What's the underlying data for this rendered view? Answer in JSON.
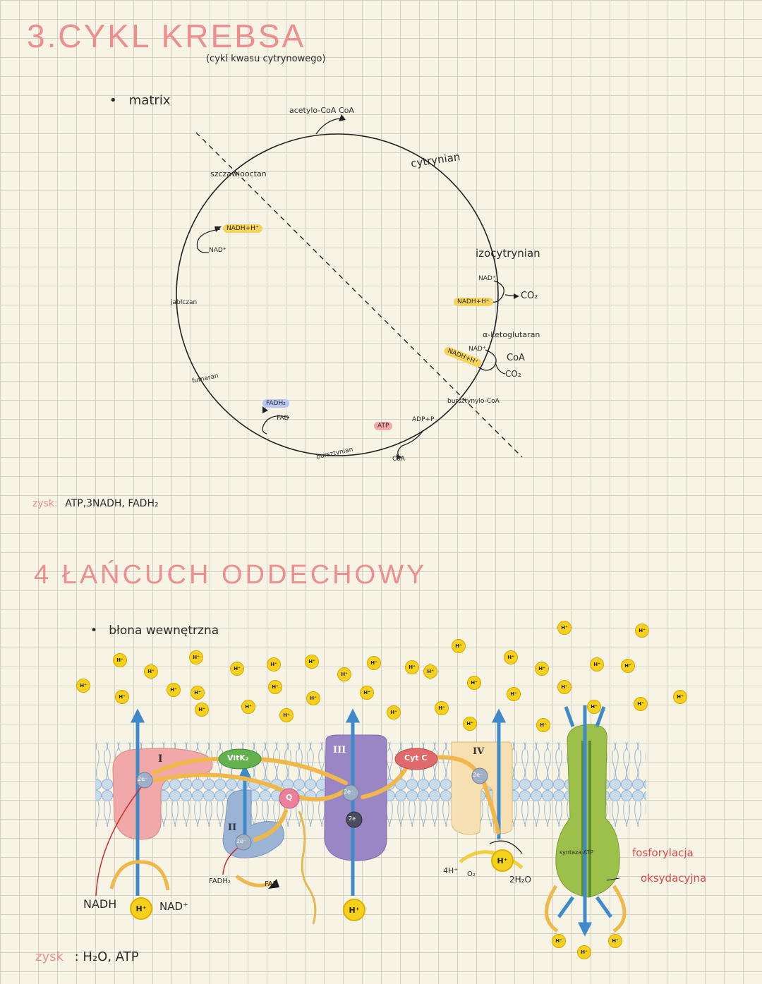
{
  "krebs": {
    "title": "3.CYKL KREBSA",
    "subtitle": "(cykl kwasu cytrynowego)",
    "location": "matrix",
    "acetyl": "acetylo-CoA",
    "coa_top": "CoA",
    "szczawiooctan": "szczawiooctan",
    "cytrynian": "cytrynian",
    "izocytrynian": "izocytrynian",
    "nad1": "NAD⁺",
    "nadh1": "NADH+H⁺",
    "co2_1": "CO₂",
    "ketoglutaran": "α-ketoglutaran",
    "nad2": "NAD⁺",
    "nadh2": "NADH+H⁺",
    "coa2": "CoA",
    "co2_2": "CO₂",
    "bursztynylo": "bursztynylo-CoA",
    "adp": "ADP+P",
    "atp": "ATP",
    "coa3": "CoA",
    "bursztynian": "bursztynian",
    "fadh2": "FADH₂",
    "fad": "FAD",
    "fumaran": "fumaran",
    "jablczan": "jabłczan",
    "nadh3": "NADH+H⁺",
    "nad3": "NAD⁺",
    "zysk_label": "zysk:",
    "zysk_value": "ATP,3NADH, FADH₂"
  },
  "chain": {
    "title": "4 ŁAŃCUCH ODDECHOWY",
    "location": "błona wewnętrzna",
    "complex1": "I",
    "complex2": "II",
    "complex3": "III",
    "complex4": "IV",
    "vitk2": "VitK₂",
    "q": "Q",
    "cytc": "Cyt C",
    "e1": "2e⁻",
    "e2": "2e⁻",
    "e3": "2e⁻",
    "e4": "2e",
    "e5": "2e⁻",
    "proton": "H⁺",
    "nadh": "NADH",
    "nad": "NAD⁺",
    "fadh2": "FADH₂",
    "fad": "FAD",
    "h4": "4H⁺",
    "o2": "O₂",
    "h2o": "2H₂O",
    "atp_synthase": "syntaza ATP",
    "fosforylacja1": "fosforylacja",
    "fosforylacja2": "oksydacyjna",
    "zysk_label": "zysk",
    "zysk_value": ": H₂O, ATP"
  },
  "colors": {
    "title": "#ef8e8e",
    "highlight_nadh": "#f6d35a",
    "highlight_fadh": "#b8c6f2",
    "highlight_atp": "#f4a9a9",
    "proton": "#f6d11c",
    "membrane": "#b9d3e6",
    "complex1": "#f0a8a8",
    "complex2": "#9bb4d6",
    "complex3": "#9a86c4",
    "complex4": "#f6dfb0",
    "synthase": "#9cc04a",
    "vitk2": "#62b14d",
    "cytc": "#e06a6a",
    "q": "#ec7f9c"
  }
}
